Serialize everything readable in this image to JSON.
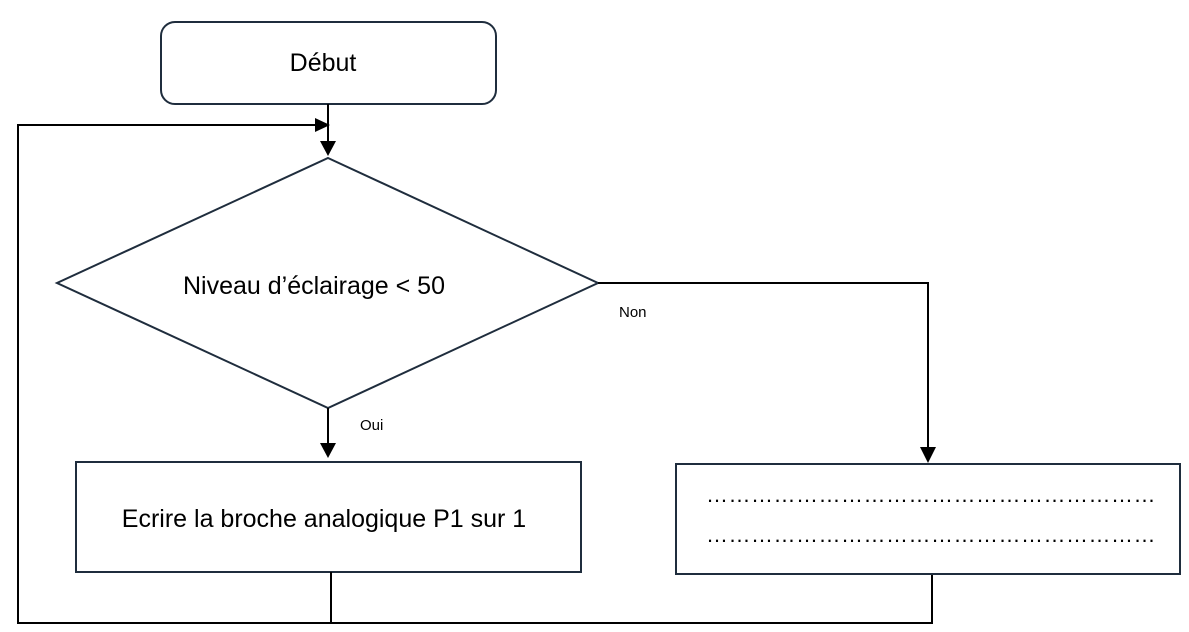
{
  "nodes": {
    "start": {
      "label": "Début"
    },
    "decision": {
      "label": "Niveau d’éclairage < 50"
    },
    "action_yes": {
      "label": "Ecrire la broche analogique P1 sur 1"
    },
    "action_no": {
      "line1": "……………………………………………………",
      "line2": "……………………………………………………"
    }
  },
  "edges": {
    "yes_label": "Oui",
    "no_label": "Non"
  },
  "colors": {
    "shape_stroke": "#1f2d3d",
    "line": "#000000",
    "background": "#ffffff"
  }
}
